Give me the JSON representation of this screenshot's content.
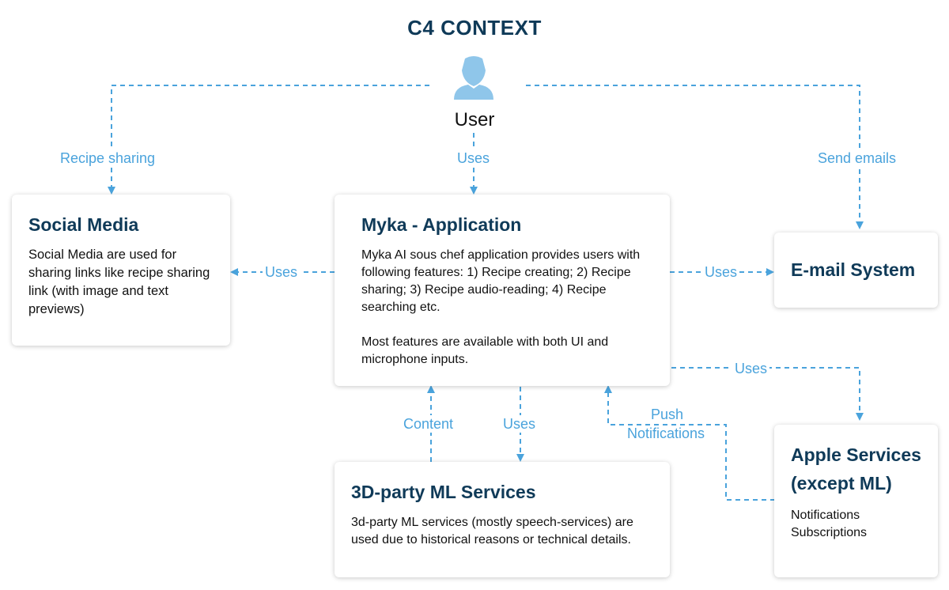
{
  "title": "C4 CONTEXT",
  "user": {
    "label": "User",
    "icon": "user-icon"
  },
  "nodes": {
    "social_media": {
      "title": "Social Media",
      "desc": "Social Media are used for sharing links like recipe sharing link (with image and text previews)"
    },
    "myka_app": {
      "title": "Myka - Application",
      "desc1": "Myka AI sous chef application provides users with following features: 1) Recipe creating; 2) Recipe sharing; 3) Recipe audio-reading; 4) Recipe searching etc.",
      "desc2": "Most features are available with both UI and microphone inputs."
    },
    "email_system": {
      "title": "E-mail System"
    },
    "ml_services": {
      "title": "3D-party ML Services",
      "desc": "3d-party ML services (mostly speech-services) are used due to historical reasons or technical details."
    },
    "apple_services": {
      "title_line1": "Apple Services",
      "title_line2": "(except ML)",
      "line1": "Notifications",
      "line2": "Subscriptions"
    }
  },
  "edges": {
    "user_social": "Recipe sharing",
    "user_app": "Uses",
    "user_email": "Send emails",
    "app_social": "Uses",
    "app_email": "Uses",
    "app_apple": "Uses",
    "ml_app": "Content",
    "app_ml": "Uses",
    "apple_app_line1": "Push",
    "apple_app_line2": "Notifications"
  },
  "colors": {
    "title": "#0f3a58",
    "connector": "#4aa3dc",
    "user_icon": "#8fc6ea"
  }
}
